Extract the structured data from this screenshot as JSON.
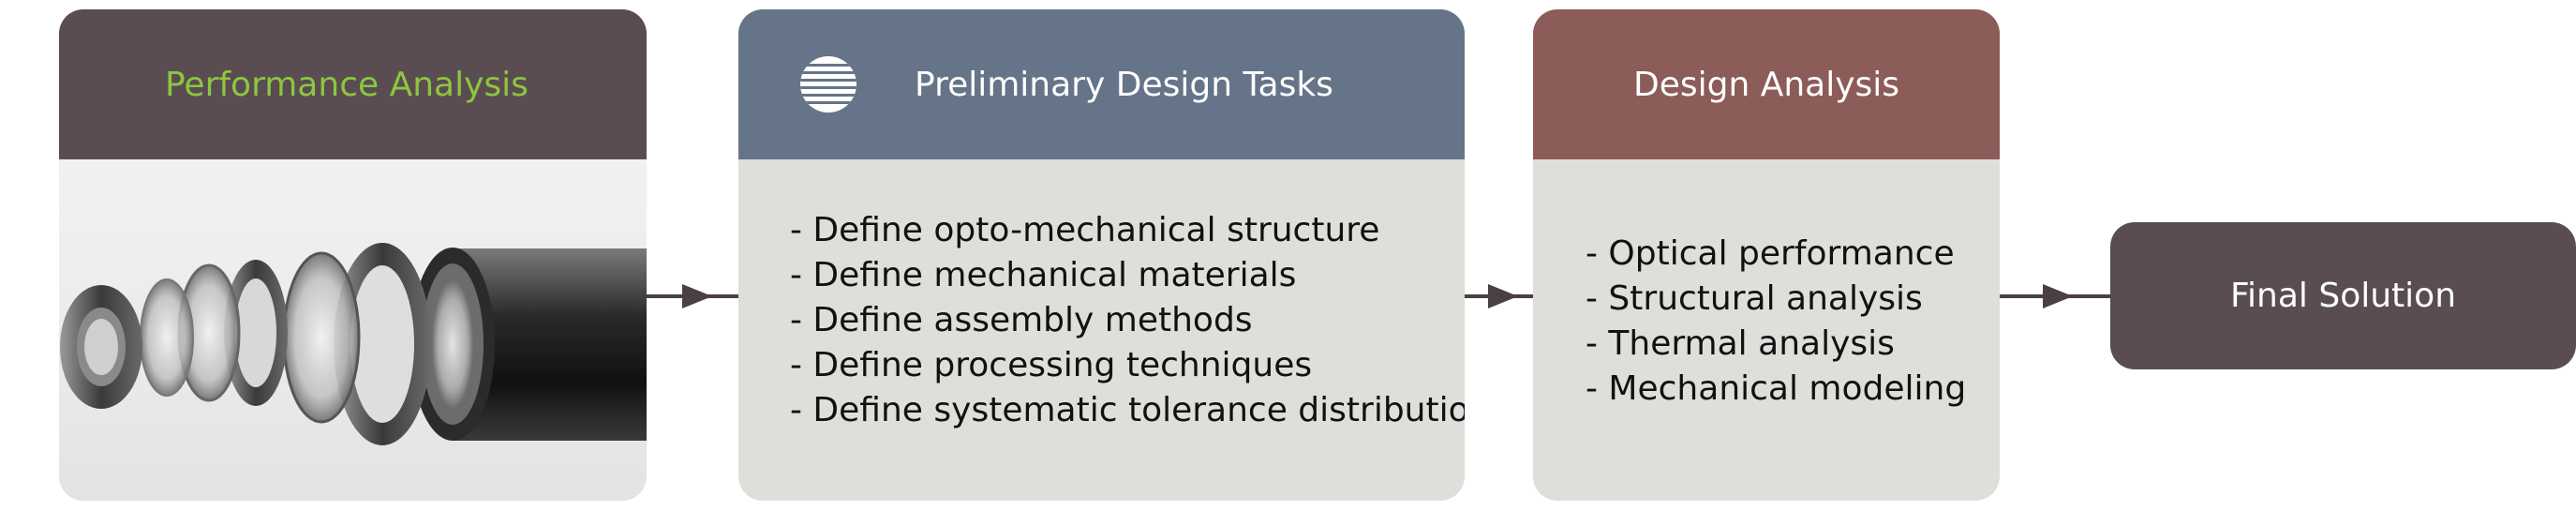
{
  "colors": {
    "performance_header": "#5a4d51",
    "performance_title": "#8dc63f",
    "preliminary_header": "#667489",
    "design_header": "#8c5c59",
    "final_box": "#5a4d51",
    "body_fill": "#e0dedb",
    "header_text": "#ffffff",
    "connector": "#4a3f43"
  },
  "performance": {
    "title": "Performance Analysis",
    "image_icon": "lens-assembly-image"
  },
  "preliminary": {
    "title": "Preliminary Design Tasks",
    "logo_icon": "striped-circle-logo-icon",
    "items": [
      "- Define opto-mechanical structure",
      "- Define mechanical materials",
      "- Define assembly methods",
      "- Define processing techniques",
      "- Define systematic tolerance distribution"
    ]
  },
  "design": {
    "title": "Design Analysis",
    "items": [
      "- Optical performance",
      "- Structural analysis",
      "- Thermal analysis",
      "- Mechanical modeling"
    ]
  },
  "final": {
    "title": "Final Solution"
  }
}
